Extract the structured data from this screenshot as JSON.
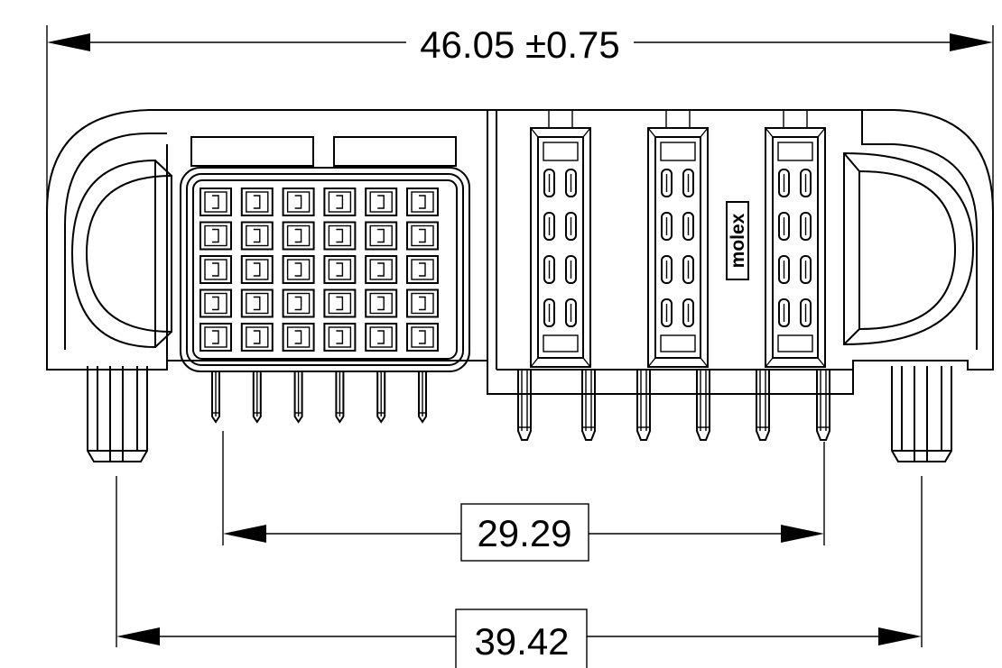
{
  "dimensions": {
    "overall_width": "46.05 ±0.75",
    "pin_span": "29.29",
    "post_span": "39.42"
  },
  "brand_logo": "molex",
  "grid": {
    "rows": 5,
    "columns": 6
  },
  "modules": {
    "count": 3,
    "slots_per_column": 4
  }
}
